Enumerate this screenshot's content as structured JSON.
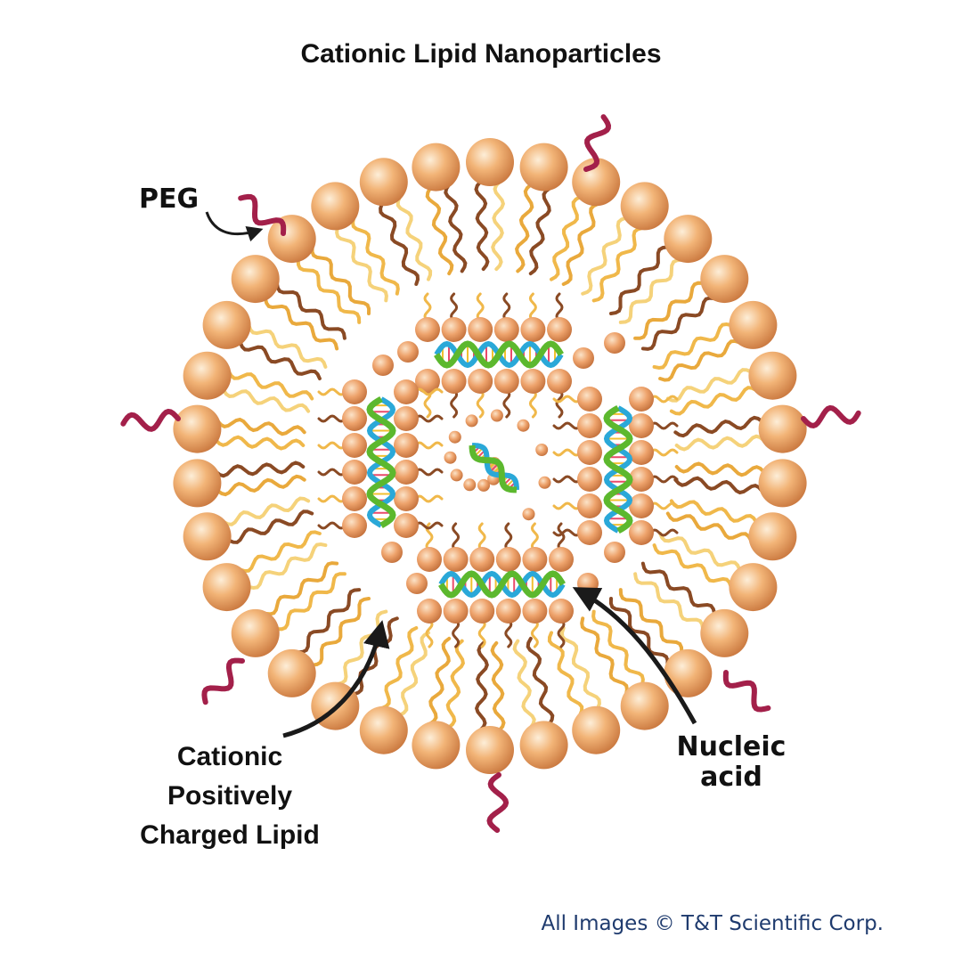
{
  "title": "Cationic Lipid Nanoparticles",
  "labels": {
    "peg": "PEG",
    "nucleic_line1": "Nucleic",
    "nucleic_line2": "acid",
    "cationic_line1": "Cationic",
    "cationic_line2": "Positively",
    "cationic_line3": "Charged Lipid"
  },
  "copyright": "All Images © T&T Scientific Corp.",
  "colors": {
    "lipid_head": "#e8a264",
    "lipid_head_light": "#fde7c8",
    "lipid_tail": "#f0b84a",
    "lipid_tail_dark": "#8a4a24",
    "peg": "#a3204a",
    "dna_green": "#5cb82e",
    "dna_blue": "#2aa8d8",
    "copyright": "#1f3b6e",
    "arrow": "#1a1a1a"
  }
}
